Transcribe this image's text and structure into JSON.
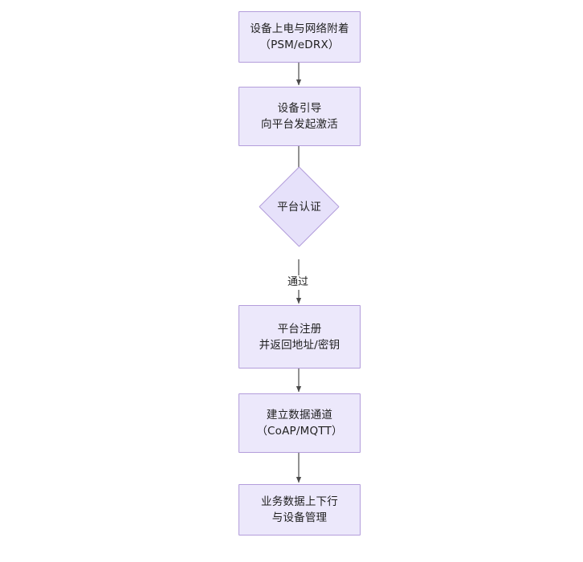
{
  "diagram": {
    "type": "flowchart",
    "orientation": "top-to-bottom",
    "title": "",
    "colors": {
      "node_fill": "#ece8fb",
      "node_border": "#b39ddb",
      "decision_fill": "#e6e1fa",
      "edge_stroke": "#595959",
      "text": "#1f1f1f",
      "background": "#ffffff"
    },
    "nodes": [
      {
        "id": "n1",
        "shape": "rectangle",
        "line1": "设备上电与网络附着",
        "line2": "（PSM/eDRX）",
        "text": "设备上电与网络附着\n（PSM/eDRX）"
      },
      {
        "id": "n2",
        "shape": "rectangle",
        "line1": "设备引导",
        "line2": "向平台发起激活",
        "text": "设备引导\n向平台发起激活"
      },
      {
        "id": "n3",
        "shape": "diamond",
        "line1": "平台认证",
        "line2": "",
        "text": "平台认证"
      },
      {
        "id": "n4",
        "shape": "rectangle",
        "line1": "平台注册",
        "line2": "并返回地址/密钥",
        "text": "平台注册\n并返回地址/密钥"
      },
      {
        "id": "n5",
        "shape": "rectangle",
        "line1": "建立数据通道",
        "line2": "（CoAP/MQTT）",
        "text": "建立数据通道\n（CoAP/MQTT）"
      },
      {
        "id": "n6",
        "shape": "rectangle",
        "line1": "业务数据上下行",
        "line2": "与设备管理",
        "text": "业务数据上下行\n与设备管理"
      }
    ],
    "edges": [
      {
        "id": "e1",
        "from": "n1",
        "to": "n2",
        "label": ""
      },
      {
        "id": "e2",
        "from": "n2",
        "to": "n3",
        "label": ""
      },
      {
        "id": "e3",
        "from": "n3",
        "to": "n4",
        "label": "通过"
      },
      {
        "id": "e4",
        "from": "n4",
        "to": "n5",
        "label": ""
      },
      {
        "id": "e5",
        "from": "n5",
        "to": "n6",
        "label": ""
      }
    ]
  }
}
